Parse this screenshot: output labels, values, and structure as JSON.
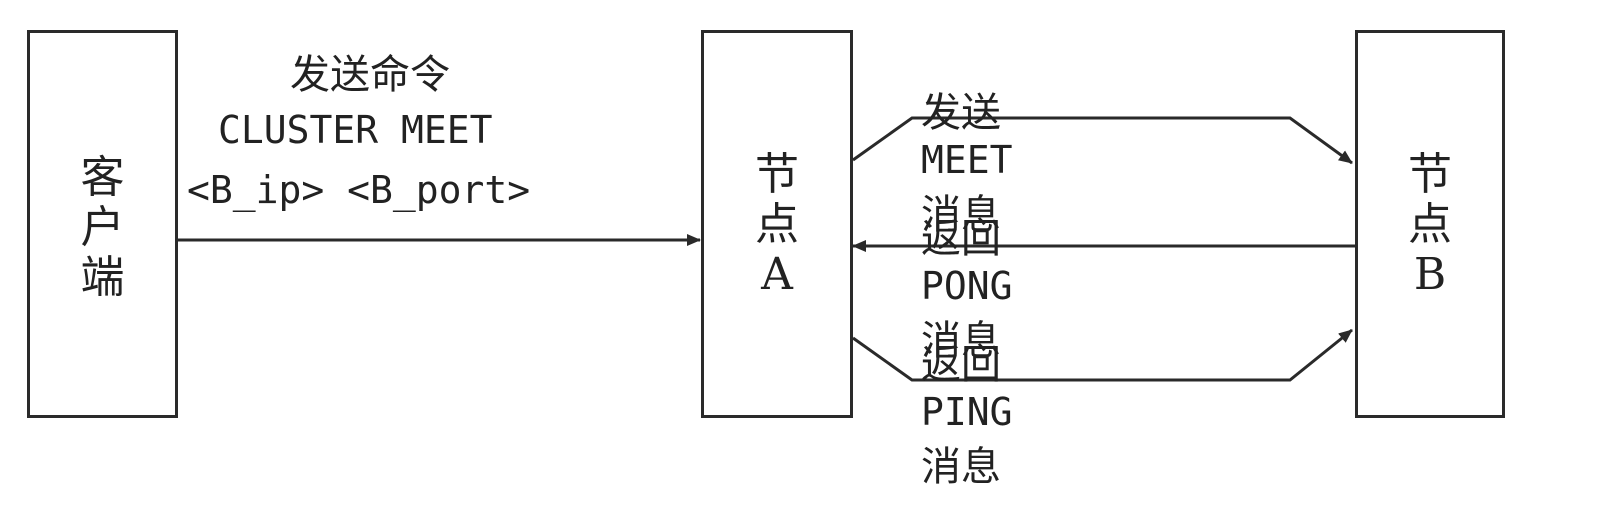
{
  "nodes": {
    "client": {
      "chars": [
        "客",
        "户",
        "端"
      ]
    },
    "node_a": {
      "chars": [
        "节",
        "点",
        "A"
      ]
    },
    "node_b": {
      "chars": [
        "节",
        "点",
        "B"
      ]
    }
  },
  "edges": {
    "send_command": {
      "line1": "发送命令",
      "line2": "CLUSTER MEET",
      "line3": "<B_ip> <B_port>"
    },
    "meet": {
      "prefix": "发送",
      "keyword": "MEET",
      "suffix": "消息"
    },
    "pong": {
      "prefix": "返回",
      "keyword": "PONG",
      "suffix": "消息"
    },
    "ping": {
      "prefix": "返回",
      "keyword": "PING",
      "suffix": "消息"
    }
  },
  "colors": {
    "stroke": "#2a2a2a",
    "text": "#222222"
  }
}
